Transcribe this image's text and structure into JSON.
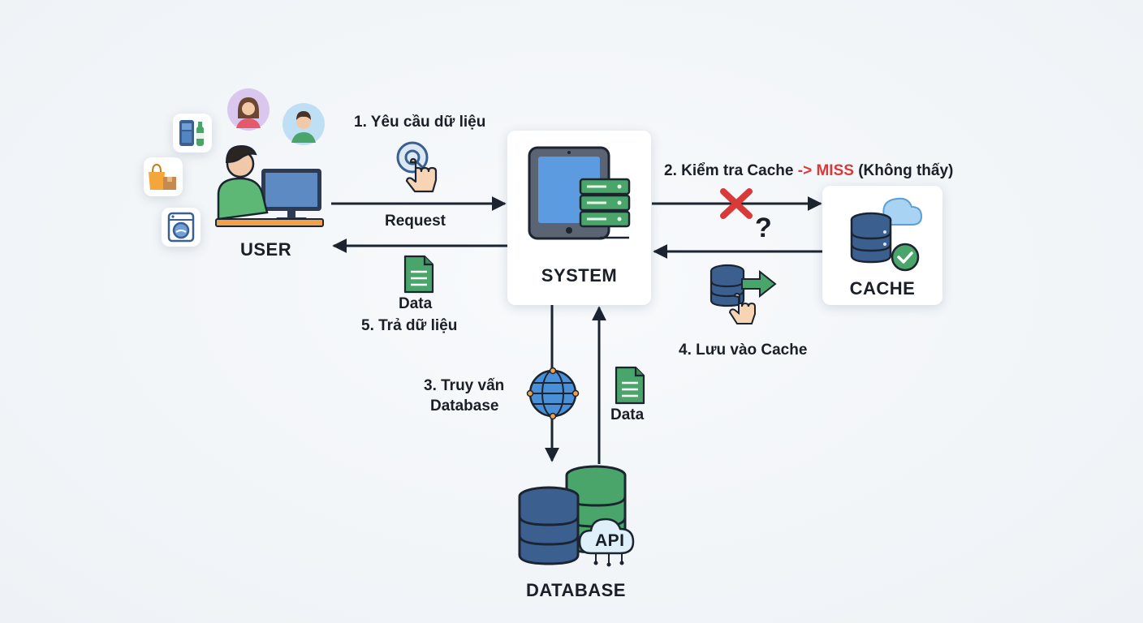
{
  "nodes": {
    "user": "USER",
    "system": "SYSTEM",
    "cache": "CACHE",
    "database": "DATABASE"
  },
  "steps": {
    "step1": "1. Yêu cầu dữ liệu",
    "step1_sub": "Request",
    "step2_prefix": "2. Kiểm tra Cache ",
    "step2_arrow": "->",
    "step2_miss": "MISS",
    "step2_suffix": " (Không thấy)",
    "step3_line1": "3. Truy vấn",
    "step3_line2": "Database",
    "step4": "4. Lưu vào Cache",
    "step5_data": "Data",
    "step5": "5. Trả dữ liệu",
    "db_data": "Data"
  },
  "badges": {
    "api": "API",
    "question": "?"
  },
  "colors": {
    "arrow": "#1c2430",
    "miss": "#d83a3a",
    "db_blue": "#3b5f8f",
    "db_green": "#4aa56a",
    "accent_blue": "#4a90d9"
  },
  "icons": [
    "phone-grocery-icon",
    "shopping-bags-icon",
    "washing-machine-icon",
    "woman-avatar-icon",
    "man-avatar-icon",
    "user-at-desk-icon",
    "touch-search-icon",
    "tablet-server-icon",
    "red-x-icon",
    "cache-database-icon",
    "save-cache-icon",
    "document-icon",
    "globe-network-icon",
    "database-stack-icon",
    "api-cloud-icon"
  ]
}
